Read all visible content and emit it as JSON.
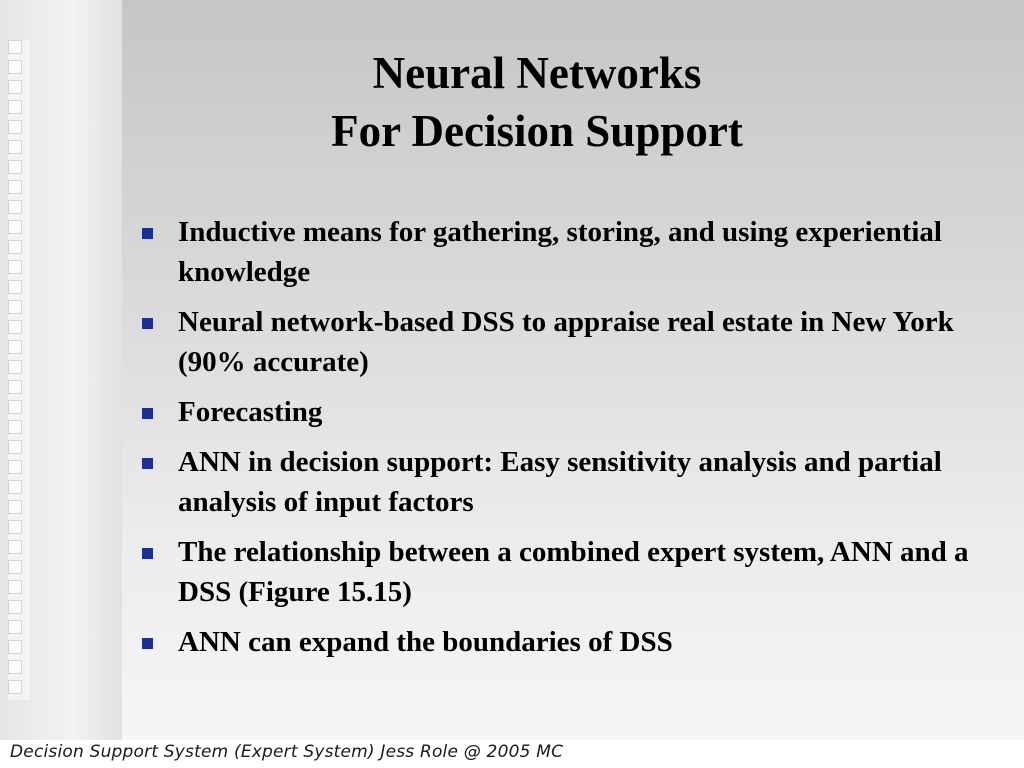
{
  "slide": {
    "title_line1": "Neural Networks",
    "title_line2": "For Decision Support",
    "bullets": [
      "Inductive means for gathering, storing, and using experiential knowledge",
      "Neural network-based DSS to appraise real estate in New York (90% accurate)",
      "Forecasting",
      "ANN in decision support: Easy sensitivity analysis and partial analysis of input factors",
      "The relationship between a combined expert system, ANN and a DSS (Figure 15.15)",
      "ANN can expand the boundaries of DSS"
    ],
    "footer": "Decision Support System (Expert System) Jess Role @ 2005 MC"
  },
  "colors": {
    "bullet_marker": "#1f2f8f",
    "text": "#000000"
  }
}
